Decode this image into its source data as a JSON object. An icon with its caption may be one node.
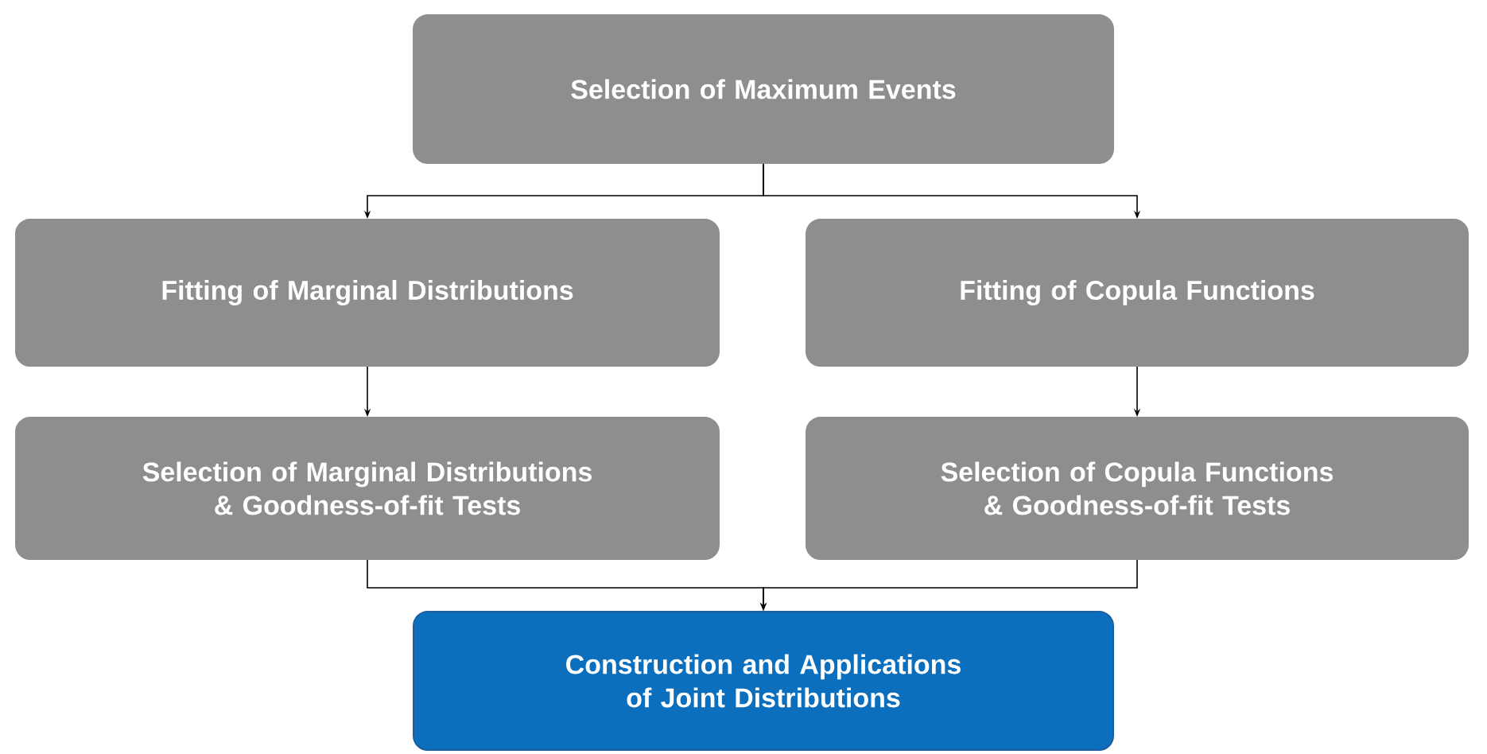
{
  "diagram": {
    "nodes": [
      {
        "text": [
          "Selection of Maximum Events"
        ]
      },
      {
        "text": [
          "Fitting of Marginal Distributions"
        ]
      },
      {
        "text": [
          "Fitting of Copula Functions"
        ]
      },
      {
        "text": [
          "Selection of Marginal Distributions & Goodness-of-fit Tests"
        ]
      },
      {
        "text": [
          "Selection of Copula Functions & Goodness-of-fit Tests"
        ]
      },
      {
        "text": [
          "Construction and Applications of Joint Distributions"
        ]
      }
    ],
    "edges": [
      {
        "from": 0,
        "to": 1,
        "arrow": "to"
      },
      {
        "from": 0,
        "to": 2,
        "arrow": "to"
      },
      {
        "from": 1,
        "to": 3,
        "arrow": "to"
      },
      {
        "from": 2,
        "to": 4,
        "arrow": "to"
      },
      {
        "from": 3,
        "to": 5,
        "arrow": "to"
      },
      {
        "from": 4,
        "to": 5,
        "arrow": "to"
      }
    ]
  }
}
